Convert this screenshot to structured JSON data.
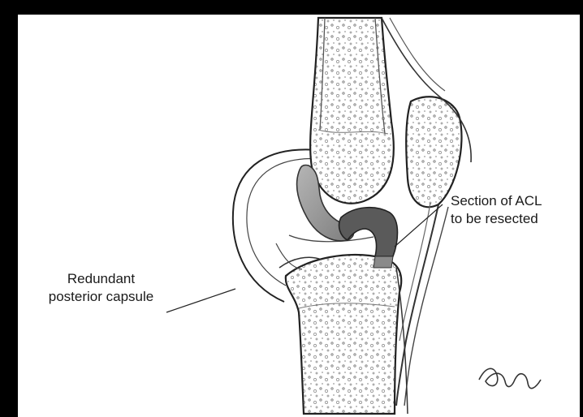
{
  "labels": {
    "acl_line1": "Section of ACL",
    "acl_line2": "to be resected",
    "capsule_line1": "Redundant",
    "capsule_line2": "posterior capsule"
  },
  "signature": "a S Baker",
  "colors": {
    "background": "#ffffff",
    "border": "#000000",
    "ink": "#1a1a1a",
    "ligament_light": "#9a9a9a",
    "ligament_dark": "#5a5a5a"
  }
}
